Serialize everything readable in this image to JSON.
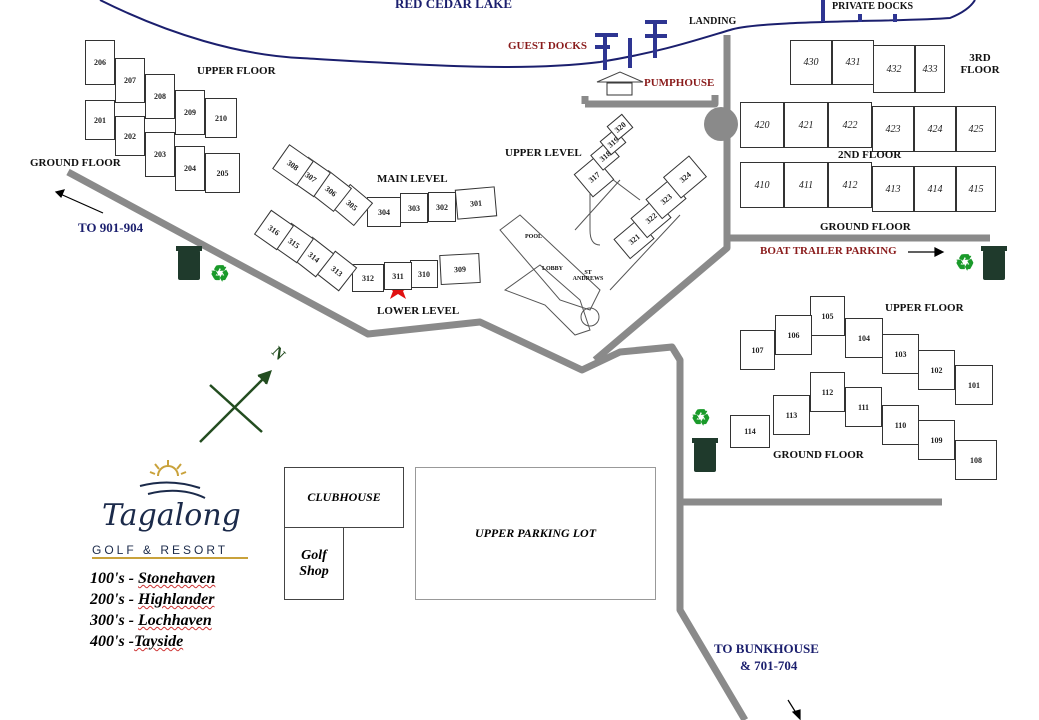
{
  "lake": {
    "name": "RED CEDAR LAKE",
    "guest_docks": "GUEST DOCKS",
    "private_docks": "PRIVATE DOCKS",
    "landing": "LANDING",
    "pumphouse": "PUMPHOUSE"
  },
  "labels": {
    "upper_floor_200": "UPPER FLOOR",
    "ground_floor_200": "GROUND FLOOR",
    "to_901": "TO 901-904",
    "main_level": "MAIN LEVEL",
    "lower_level": "LOWER LEVEL",
    "upper_level": "UPPER LEVEL",
    "pool": "POOL",
    "lobby": "LOBBY",
    "st_andrews": "ST ANDREWS",
    "third_floor": "3RD FLOOR",
    "second_floor": "2ND FLOOR",
    "ground_floor_400": "GROUND FLOOR",
    "boat_trailer": "BOAT TRAILER PARKING",
    "upper_floor_100": "UPPER FLOOR",
    "ground_floor_100": "GROUND FLOOR",
    "clubhouse": "CLUBHOUSE",
    "golf_shop": "Golf Shop",
    "upper_parking": "UPPER PARKING LOT",
    "to_bunkhouse": "TO BUNKHOUSE",
    "to_bunkhouse_2": "& 701-704",
    "north": "N"
  },
  "logo": {
    "name": "Tagalong",
    "tagline": "GOLF & RESORT"
  },
  "legend": [
    {
      "prefix": "100's -",
      "name": "Stonehaven"
    },
    {
      "prefix": "200's -",
      "name": "Highlander"
    },
    {
      "prefix": "300's -",
      "name": "Lochhaven"
    },
    {
      "prefix": "400's -",
      "name": "Tayside"
    }
  ],
  "units": {
    "u200": [
      "206",
      "207",
      "208",
      "209",
      "210",
      "201",
      "202",
      "203",
      "204",
      "205"
    ],
    "u300": [
      "308",
      "307",
      "306",
      "305",
      "304",
      "303",
      "302",
      "301",
      "316",
      "315",
      "314",
      "313",
      "312",
      "311",
      "310",
      "309",
      "320",
      "319",
      "318",
      "317",
      "324",
      "323",
      "322",
      "321"
    ],
    "u400": [
      "430",
      "431",
      "432",
      "433",
      "420",
      "421",
      "422",
      "423",
      "424",
      "425",
      "410",
      "411",
      "412",
      "413",
      "414",
      "415"
    ],
    "u100": [
      "107",
      "106",
      "105",
      "104",
      "103",
      "102",
      "101",
      "114",
      "113",
      "112",
      "111",
      "110",
      "109",
      "108"
    ]
  },
  "marker": {
    "unit": "311",
    "color": "#e01010"
  },
  "colors": {
    "road": "#8a8a8a",
    "lake": "#1b1f6e",
    "dock": "#2e3592",
    "recycle": "#1a9a2a",
    "bin": "#1f3a2c"
  }
}
